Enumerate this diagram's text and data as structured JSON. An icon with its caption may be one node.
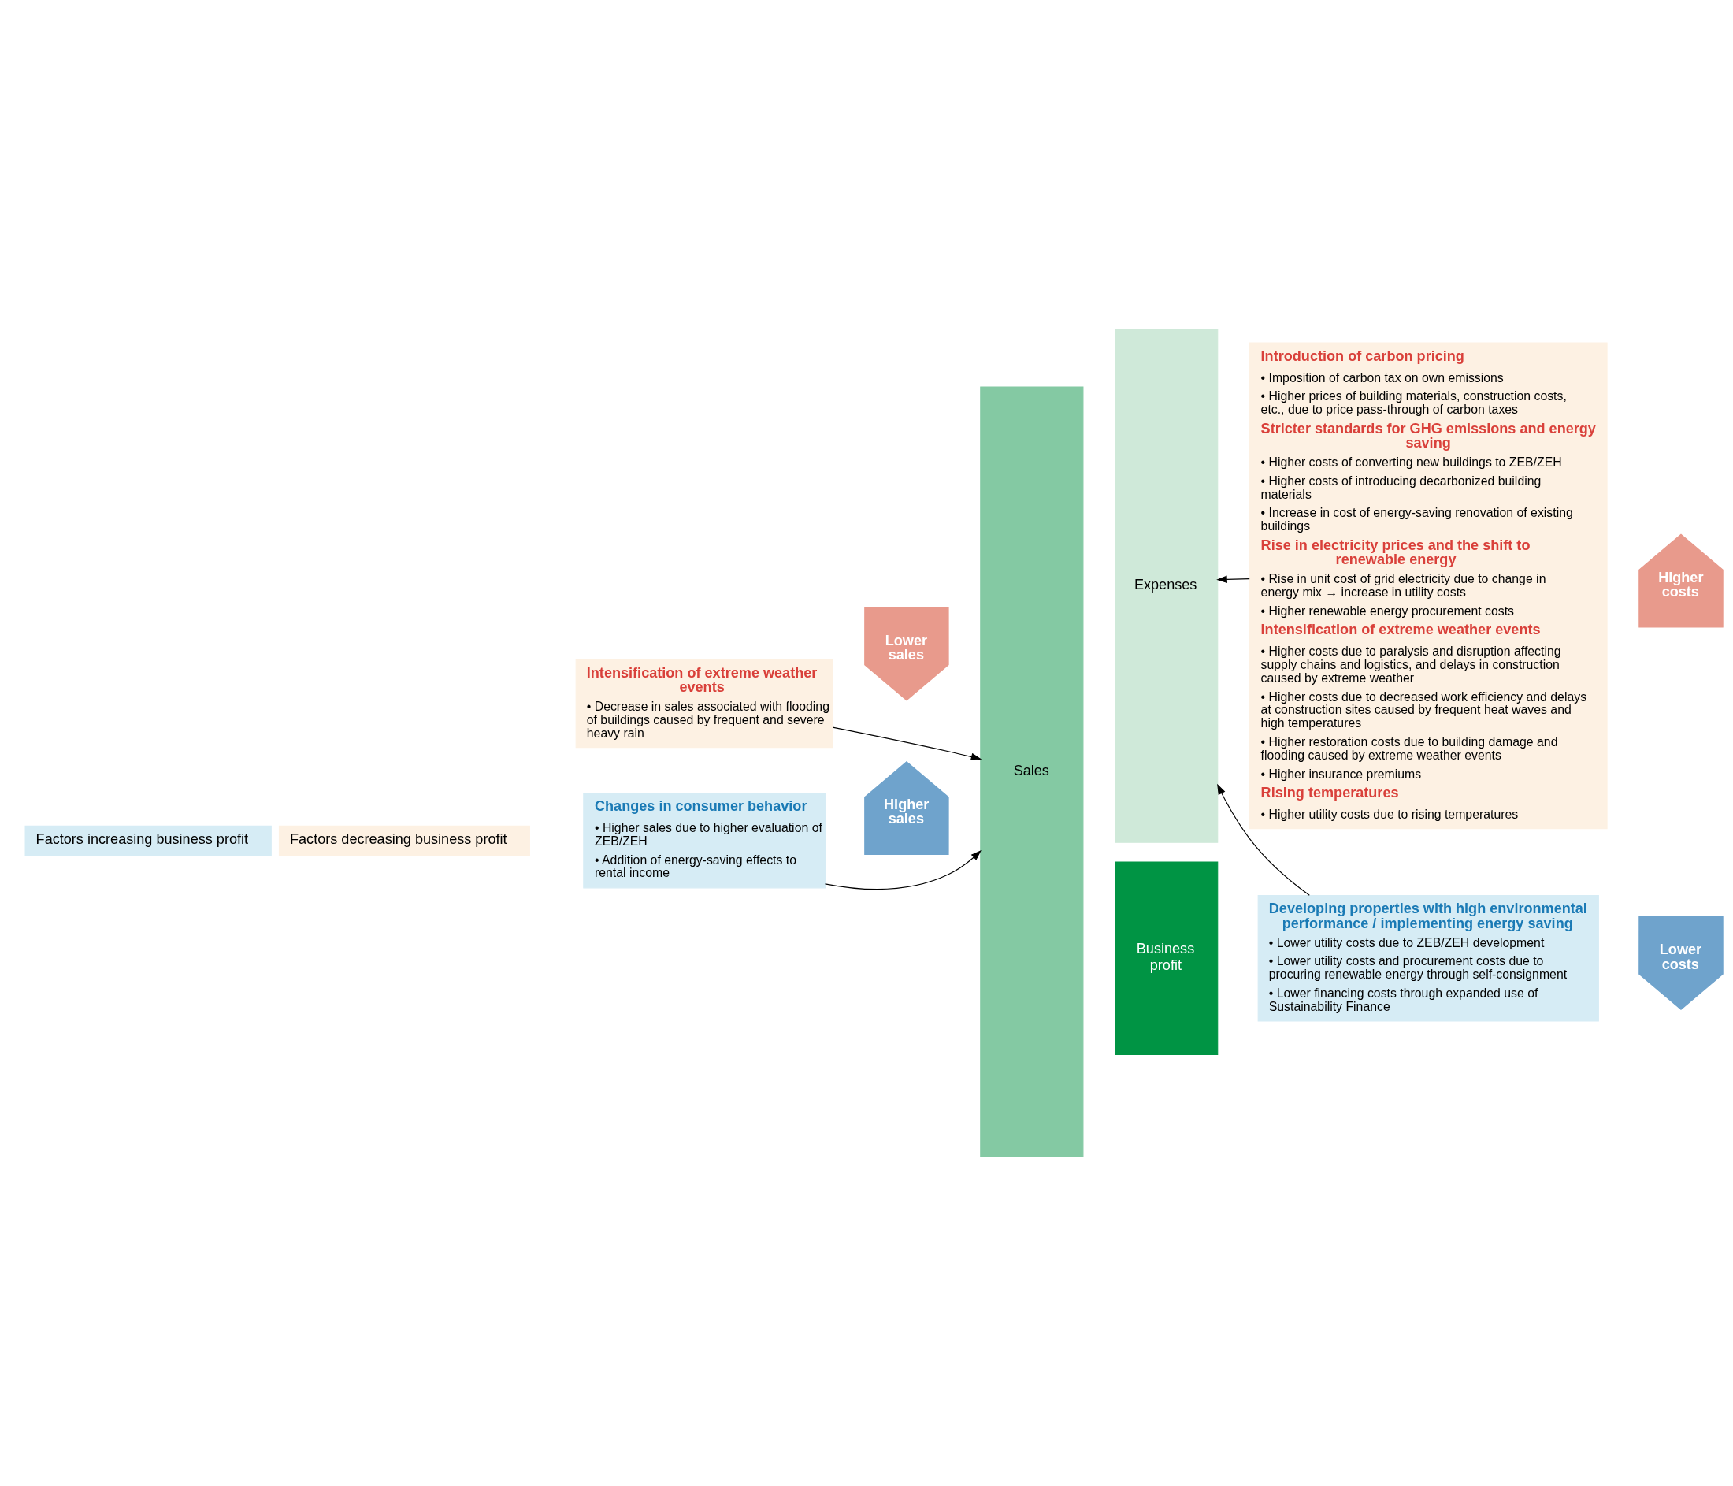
{
  "diagram": {
    "nodes": [
      {
        "text": [
          "Changes in consumer behavior",
          "• Higher sales due to higher evaluation of ZEB/ZEH",
          "• Addition of energy-saving effects to rental income"
        ]
      },
      {
        "text": [
          "Higher sales"
        ]
      },
      {
        "text": [
          "Intensification of extreme weather events",
          "• Decrease in sales associated with flooding of buildings caused by frequent and severe heavy rain"
        ]
      },
      {
        "text": [
          "Lower sales"
        ]
      },
      {
        "text": [
          "Sales"
        ]
      },
      {
        "text": [
          "Expenses"
        ]
      },
      {
        "text": [
          "Business profit"
        ]
      },
      {
        "text": [
          "Introduction of carbon pricing",
          "• Imposition of carbon tax on own emissions",
          "• Higher prices of building materials, construction costs, etc., due to price pass-through of carbon taxes",
          "Stricter standards for GHG emissions and energy saving",
          "• Higher costs of converting new buildings to ZEB/ZEH",
          "• Higher costs of introducing decarbonized building materials",
          "• Increase in cost of energy-saving renovation of existing buildings",
          "Rise in electricity prices and the shift to renewable energy",
          "• Rise in unit cost of grid electricity due to change in energy mix → increase in utility costs",
          "• Higher renewable energy procurement costs",
          "Intensification of extreme weather events",
          "• Higher costs due to paralysis and disruption affecting supply chains and logistics, and delays in construction caused by extreme weather",
          "• Higher costs due to decreased work efficiency and delays at construction sites caused by frequent heat waves and high temperatures",
          "• Higher restoration costs due to building damage and flooding caused by extreme weather events",
          "• Higher insurance premiums",
          "Rising temperatures",
          "• Higher utility costs due to rising temperatures"
        ]
      },
      {
        "text": [
          "Higher costs"
        ]
      },
      {
        "text": [
          "Developing properties with high environmental performance / implementing energy saving",
          "• Lower utility costs due to ZEB/ZEH development",
          "• Lower utility costs and procurement costs due to procuring renewable energy through self-consignment",
          "• Lower financing costs through expanded use of Sustainability Finance"
        ]
      },
      {
        "text": [
          "Lower costs"
        ]
      }
    ],
    "edges": [
      {
        "from": 0,
        "to": 4,
        "arrow": "to"
      },
      {
        "from": 2,
        "to": 4,
        "arrow": "to"
      },
      {
        "from": 7,
        "to": 5,
        "arrow": "to"
      },
      {
        "from": 9,
        "to": 5,
        "arrow": "to"
      }
    ],
    "legend": [
      {
        "text": "Factors increasing business profit",
        "color": "#d6ecf5"
      },
      {
        "text": "Factors decreasing business profit",
        "color": "#fdf1e3"
      }
    ]
  }
}
